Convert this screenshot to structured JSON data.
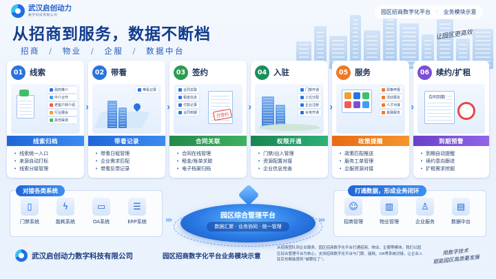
{
  "header": {
    "logo_name": "武汉启创动力",
    "logo_sub": "数字科技有限公司",
    "title": "从招商到服务，数据不断档",
    "subtitle_items": [
      "招商",
      "物业",
      "企服",
      "数据中台"
    ],
    "subtitle_sep": "/",
    "banner_left": "园区招商数字化平台",
    "banner_sep": "·",
    "banner_right": "业务模块示意",
    "handwriting": "让园区更高效"
  },
  "steps": [
    {
      "num": "01",
      "title": "线索",
      "color": "#2a73df",
      "pill": "线索归档",
      "art_items": [
        "政府推介",
        "中介合作",
        "老客户转介绍",
        "行业展会",
        "其他渠道"
      ],
      "bullets": [
        "线索统一入口",
        "来源自动打标",
        "线索分级管理"
      ]
    },
    {
      "num": "02",
      "title": "带看",
      "color": "#2a73df",
      "pill": "带看记录",
      "art_items": [
        "带看记录"
      ],
      "bullets": [
        "带看日程管理",
        "企业需求匹配",
        "带看反馈记录"
      ]
    },
    {
      "num": "03",
      "title": "签约",
      "color": "#2c9b4f",
      "pill": "合同关联",
      "art_items": [
        "合同关联",
        "租金信息",
        "付款记录",
        "合同到期"
      ],
      "stamp": "已签约",
      "bullets": [
        "合同在线管理",
        "租金/账单关联",
        "电子档案归档"
      ]
    },
    {
      "num": "04",
      "title": "入驻",
      "color": "#1a8f5c",
      "pill": "权限开通",
      "art_items": [
        "门禁开通",
        "工位分配",
        "企业注册",
        "水电开通"
      ],
      "bullets": [
        "门禁/出入管理",
        "资源配置对接",
        "企业信息完善"
      ]
    },
    {
      "num": "05",
      "title": "服务",
      "color": "#ef7a22",
      "pill": "政策提醒",
      "art_items": [
        "政策申报",
        "活动报名",
        "人才对接",
        "金融服务"
      ],
      "bullets": [
        "政策匹配推送",
        "服务工单管理",
        "企服资源对接"
      ]
    },
    {
      "num": "06",
      "title": "续约/扩租",
      "color": "#7b4fd6",
      "pill": "到期预警",
      "art_items": [
        "合同到期"
      ],
      "bullets": [
        "到期自动提醒",
        "续约意向跟进",
        "扩租需求挖掘"
      ]
    }
  ],
  "left_panel": {
    "tag": "对接各类系统",
    "systems": [
      {
        "label": "门禁系统",
        "icon": "door-icon"
      },
      {
        "label": "能耗系统",
        "icon": "energy-icon"
      },
      {
        "label": "OA系统",
        "icon": "monitor-icon"
      },
      {
        "label": "ERP系统",
        "icon": "database-icon"
      }
    ]
  },
  "hub": {
    "title": "园区综合管理平台",
    "subtitle": "数据汇聚 · 业务协同 · 统一管理"
  },
  "right_panel": {
    "tag": "打通数据，形成业务闭环",
    "modules": [
      {
        "label": "招商管理",
        "icon": "people-icon"
      },
      {
        "label": "物业管理",
        "icon": "building-icon"
      },
      {
        "label": "企业服务",
        "icon": "person-icon"
      },
      {
        "label": "数据中台",
        "icon": "chart-icon"
      }
    ]
  },
  "footer": {
    "company": "武汉启创动力数字科技有限公司",
    "center": "园区招商数字化平台业务模块示意",
    "description": "从招商团队到企业服务、园区招商数字化平台打通招商、物业、企服等模块。我们以园区综合管理平台为核心，支持招商数字化平台与门禁、能耗、OA等系统对接，让企业入驻后也都能感到“被跟住了”。",
    "handwriting_1": "用数字技术",
    "handwriting_2": "赋能园区高质量发展"
  },
  "colors": {
    "primary": "#1f66d8",
    "title": "#123c8c",
    "green": "#2c9b4f",
    "orange": "#ef7a22",
    "purple": "#7b4fd6"
  }
}
